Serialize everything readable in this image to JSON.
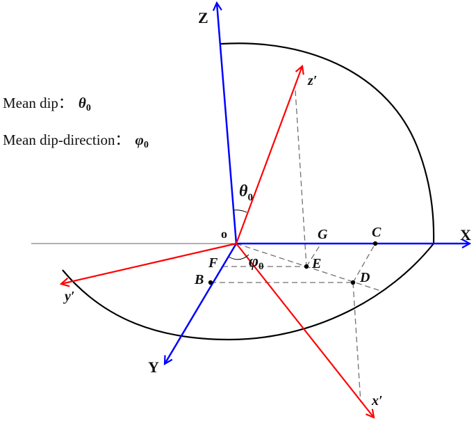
{
  "legend": {
    "dip_label": "Mean dip：",
    "dip_symbol": "θ",
    "dip_subscript": "0",
    "dipdir_label": "Mean dip-direction：",
    "dipdir_symbol": "φ",
    "dipdir_subscript": "0"
  },
  "axes": {
    "global": [
      {
        "name": "X",
        "color": "#0000ff"
      },
      {
        "name": "Y",
        "color": "#0000ff"
      },
      {
        "name": "Z",
        "color": "#0000ff"
      }
    ],
    "local": [
      {
        "name": "x",
        "prime": "′",
        "color": "#ff0000"
      },
      {
        "name": "y",
        "prime": "′",
        "color": "#ff0000"
      },
      {
        "name": "z",
        "prime": "′",
        "color": "#ff0000"
      }
    ],
    "origin": "o"
  },
  "points": {
    "B": "B",
    "C": "C",
    "D": "D",
    "E": "E",
    "F": "F",
    "G": "G"
  },
  "angles": {
    "theta": "θ",
    "theta_sub": "0",
    "phi": "φ",
    "phi_sub": "0"
  },
  "colors": {
    "global_axis": "#0000ff",
    "local_axis": "#ff0000",
    "sphere": "#000000",
    "dashed": "#707070",
    "horizontal_line": "#808080"
  }
}
